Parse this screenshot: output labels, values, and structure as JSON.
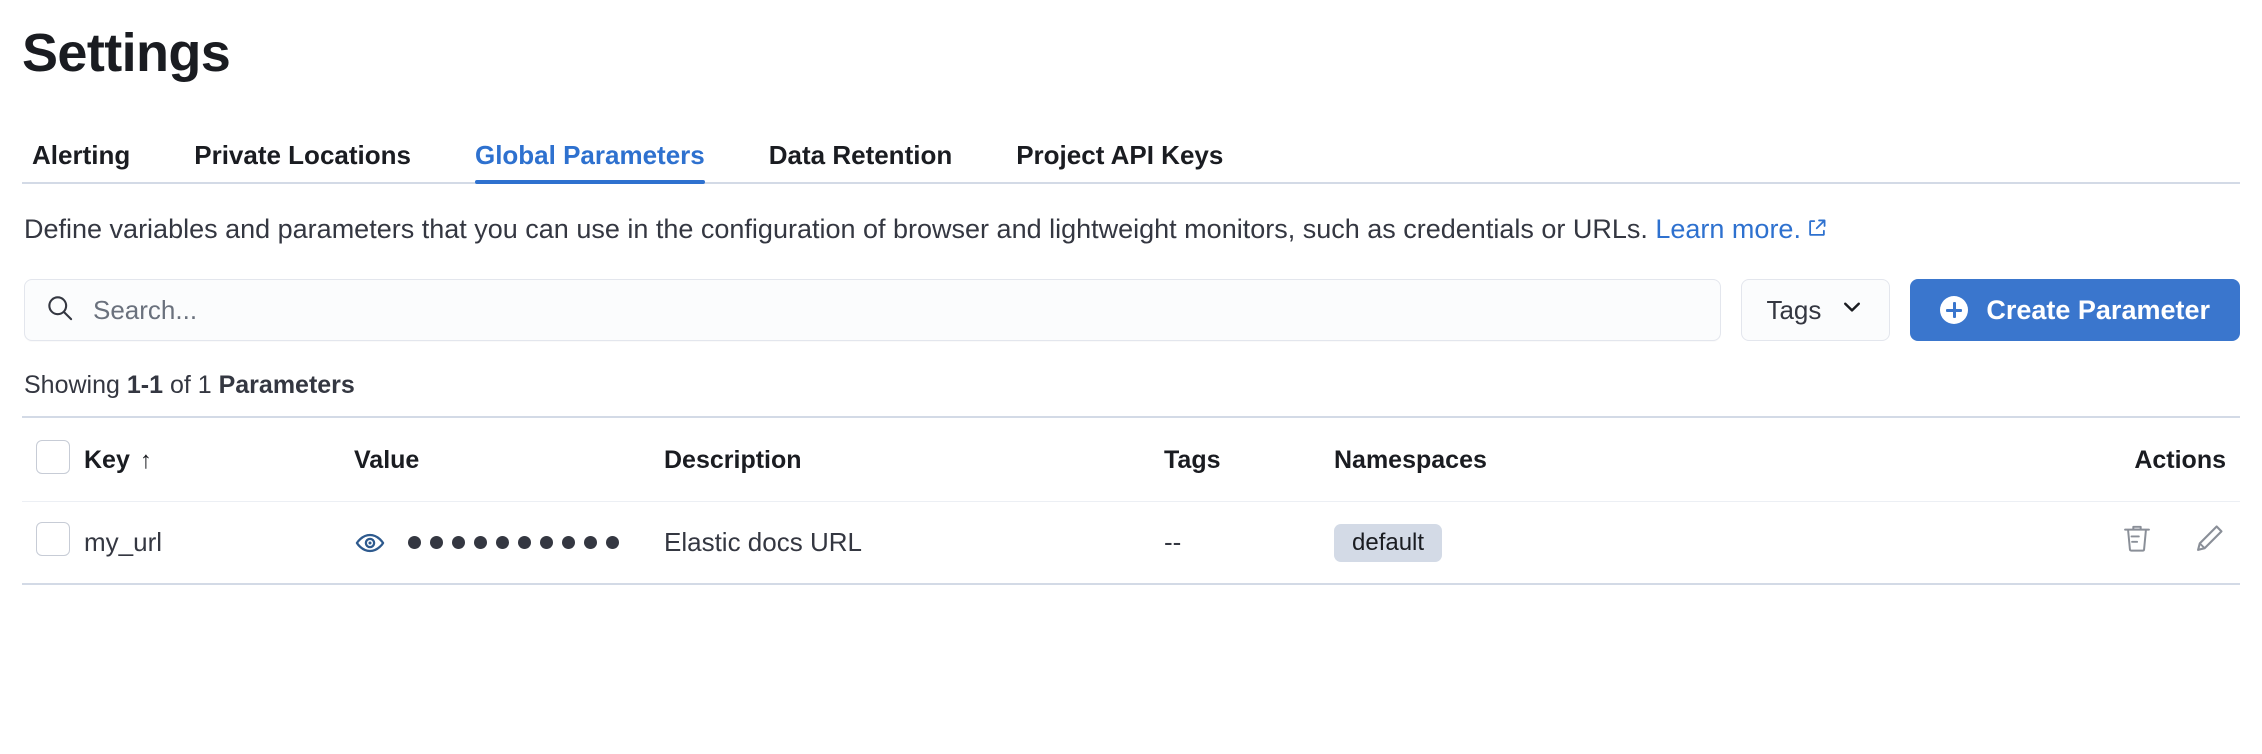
{
  "page": {
    "title": "Settings"
  },
  "tabs": [
    {
      "label": "Alerting",
      "active": false
    },
    {
      "label": "Private Locations",
      "active": false
    },
    {
      "label": "Global Parameters",
      "active": true
    },
    {
      "label": "Data Retention",
      "active": false
    },
    {
      "label": "Project API Keys",
      "active": false
    }
  ],
  "description": {
    "text": "Define variables and parameters that you can use in the configuration of browser and lightweight monitors, such as credentials or URLs. ",
    "link_label": "Learn more.",
    "link_icon": "external-link-icon"
  },
  "controls": {
    "search_placeholder": "Search...",
    "search_value": "",
    "search_icon": "search-icon",
    "tags_label": "Tags",
    "tags_chevron_icon": "chevron-down-icon",
    "create_label": "Create Parameter",
    "create_icon": "plus-circle-icon"
  },
  "results": {
    "showing_prefix": "Showing ",
    "range": "1-1",
    "of": " of ",
    "count": "1",
    "entity": " Parameters"
  },
  "table": {
    "columns": [
      {
        "key": "checkbox",
        "label": ""
      },
      {
        "key": "key",
        "label": "Key",
        "sort": "↑"
      },
      {
        "key": "value",
        "label": "Value"
      },
      {
        "key": "description",
        "label": "Description"
      },
      {
        "key": "tags",
        "label": "Tags"
      },
      {
        "key": "namespaces",
        "label": "Namespaces"
      },
      {
        "key": "actions",
        "label": "Actions"
      }
    ],
    "rows": [
      {
        "key": "my_url",
        "value_masked_dots": 10,
        "value_toggle_icon": "eye-icon",
        "description": "Elastic docs URL",
        "tags": "--",
        "namespaces": [
          "default"
        ],
        "actions": [
          "trash-icon",
          "pencil-icon"
        ]
      }
    ]
  },
  "colors": {
    "accent": "#2e71cf",
    "primary_button": "#3a76cd",
    "text": "#343741",
    "heading": "#1a1c21",
    "border": "#d3dae6",
    "badge_bg": "#d3dae6",
    "eye_icon": "#2e5a8e",
    "action_icon": "#8a8f98"
  }
}
